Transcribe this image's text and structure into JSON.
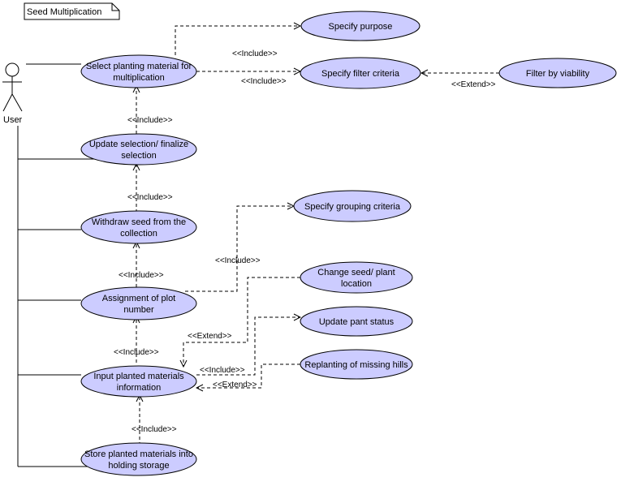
{
  "diagram": {
    "title": "Seed Multiplication",
    "actor": {
      "name": "User"
    },
    "use_cases": {
      "select_material": [
        "Select planting material for",
        "multiplication"
      ],
      "specify_purpose": [
        "Specify purpose"
      ],
      "specify_filter": [
        "Specify filter criteria"
      ],
      "filter_viability": [
        "Filter by viability"
      ],
      "update_selection": [
        "Update selection/ finalize",
        "selection"
      ],
      "withdraw_seed": [
        "Withdraw seed from the",
        "collection"
      ],
      "specify_grouping": [
        "Specify grouping criteria"
      ],
      "assign_plot": [
        "Assignment of plot",
        "number"
      ],
      "change_location": [
        "Change seed/ plant",
        "location"
      ],
      "update_status": [
        "Update pant status"
      ],
      "replanting": [
        "Replanting of missing hills"
      ],
      "input_planted": [
        "Input planted materials",
        "information"
      ],
      "store_planted": [
        "Store planted materials into",
        "holding storage"
      ]
    },
    "relationship_labels": {
      "include_select_purpose": "<<Include>>",
      "include_select_filter": "<<Include>>",
      "extend_viability": "<<Extend>>",
      "include_update_select": "<<Include>>",
      "include_withdraw_update": "<<Include>>",
      "include_assign_withdraw": "<<Include>>",
      "include_assign_grouping": "<<Include>>",
      "extend_change_input": "<<Extend>>",
      "include_input_assign": "<<Include>>",
      "include_input_status": "<<Include>>",
      "extend_replant_input": "<<Extend>>",
      "include_store_input": "<<Include>>"
    },
    "colors": {
      "usecase_fill": "#ccccff",
      "stroke": "#000000",
      "note_fill": "#ffffff"
    }
  }
}
